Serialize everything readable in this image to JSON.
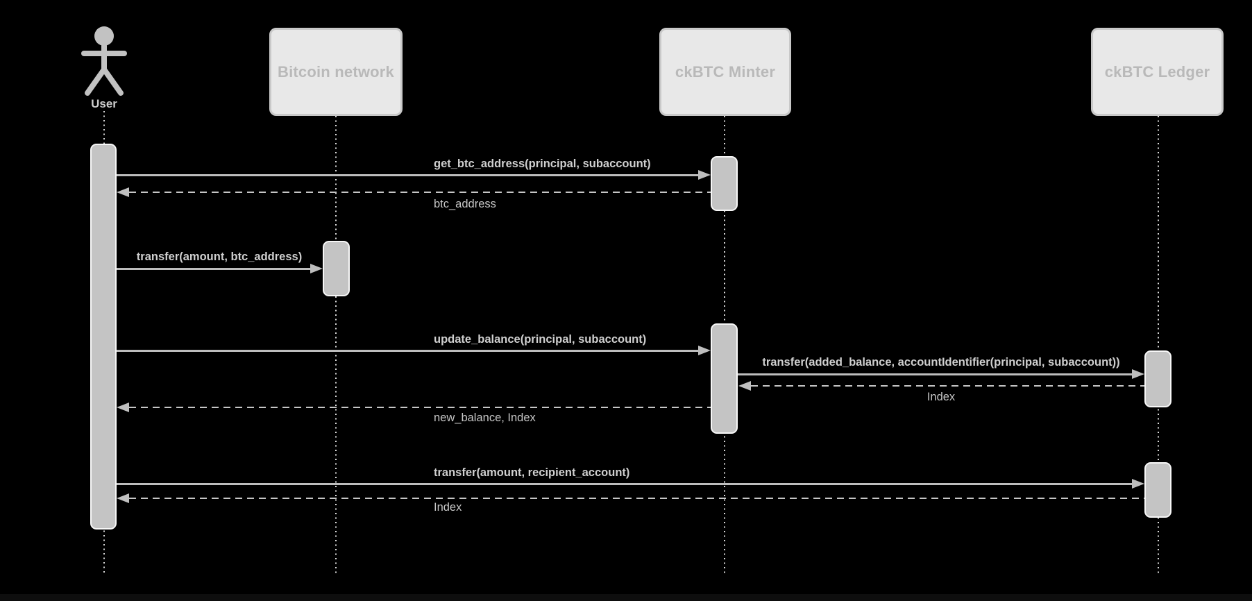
{
  "diagram": {
    "type": "sequence-diagram",
    "colors": {
      "background": "#000000",
      "box_fill": "#e8e8e8",
      "box_border": "#c9c9c9",
      "box_text": "#b9b9b9",
      "line_gray": "#bdbdbd",
      "activation_fill": "#c4c4c4",
      "message_text": "#cfcfcf"
    },
    "participants": [
      {
        "id": "user",
        "label": "User",
        "type": "actor"
      },
      {
        "id": "bitcoin-network",
        "label": "Bitcoin network",
        "type": "box"
      },
      {
        "id": "ckbtc-minter",
        "label": "ckBTC Minter",
        "type": "box"
      },
      {
        "id": "ckbtc-ledger",
        "label": "ckBTC Ledger",
        "type": "box"
      }
    ],
    "messages": [
      {
        "from": "user",
        "to": "ckbtc-minter",
        "style": "solid",
        "label": "get_btc_address(principal, subaccount)"
      },
      {
        "from": "ckbtc-minter",
        "to": "user",
        "style": "dashed",
        "label": "btc_address"
      },
      {
        "from": "user",
        "to": "bitcoin-network",
        "style": "solid",
        "label": "transfer(amount, btc_address)"
      },
      {
        "from": "user",
        "to": "ckbtc-minter",
        "style": "solid",
        "label": "update_balance(principal, subaccount)"
      },
      {
        "from": "ckbtc-minter",
        "to": "ckbtc-ledger",
        "style": "solid",
        "label": "transfer(added_balance, accountIdentifier(principal, subaccount))"
      },
      {
        "from": "ckbtc-ledger",
        "to": "ckbtc-minter",
        "style": "dashed",
        "label": "Index"
      },
      {
        "from": "ckbtc-minter",
        "to": "user",
        "style": "dashed",
        "label": "new_balance, Index"
      },
      {
        "from": "user",
        "to": "ckbtc-ledger",
        "style": "solid",
        "label": "transfer(amount, recipient_account)"
      },
      {
        "from": "ckbtc-ledger",
        "to": "user",
        "style": "dashed",
        "label": "Index"
      }
    ]
  }
}
